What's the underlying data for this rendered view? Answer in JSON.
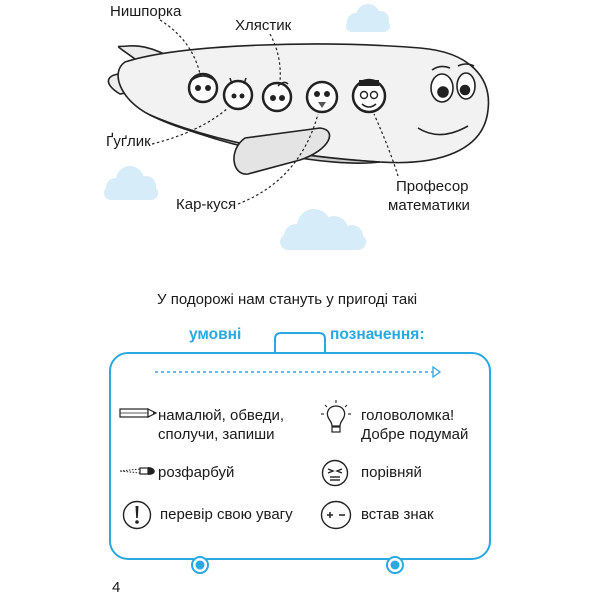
{
  "characters": {
    "nyshporka": "Нишпорка",
    "khliastyk": "Хлястик",
    "gugluk": "Ґуґлик",
    "karkusia": "Кар-куся",
    "professor_line1": "Професор",
    "professor_line2": "математики"
  },
  "intro": "У подорожі нам стануть у пригоді такі",
  "heading": {
    "left": "умовні",
    "right": "позначення:"
  },
  "legend": {
    "draw_line1": "намалюй, обведи,",
    "draw_line2": "сполучи, запиши",
    "puzzle_line1": "головоломка!",
    "puzzle_line2": "Добре подумай",
    "color": "розфарбуй",
    "compare": "порівняй",
    "attention": "перевір свою увагу",
    "sign": "встав знак"
  },
  "page_number": "4",
  "colors": {
    "accent": "#29a9e0",
    "cloud": "#d6ecf8",
    "outline": "#222222"
  }
}
